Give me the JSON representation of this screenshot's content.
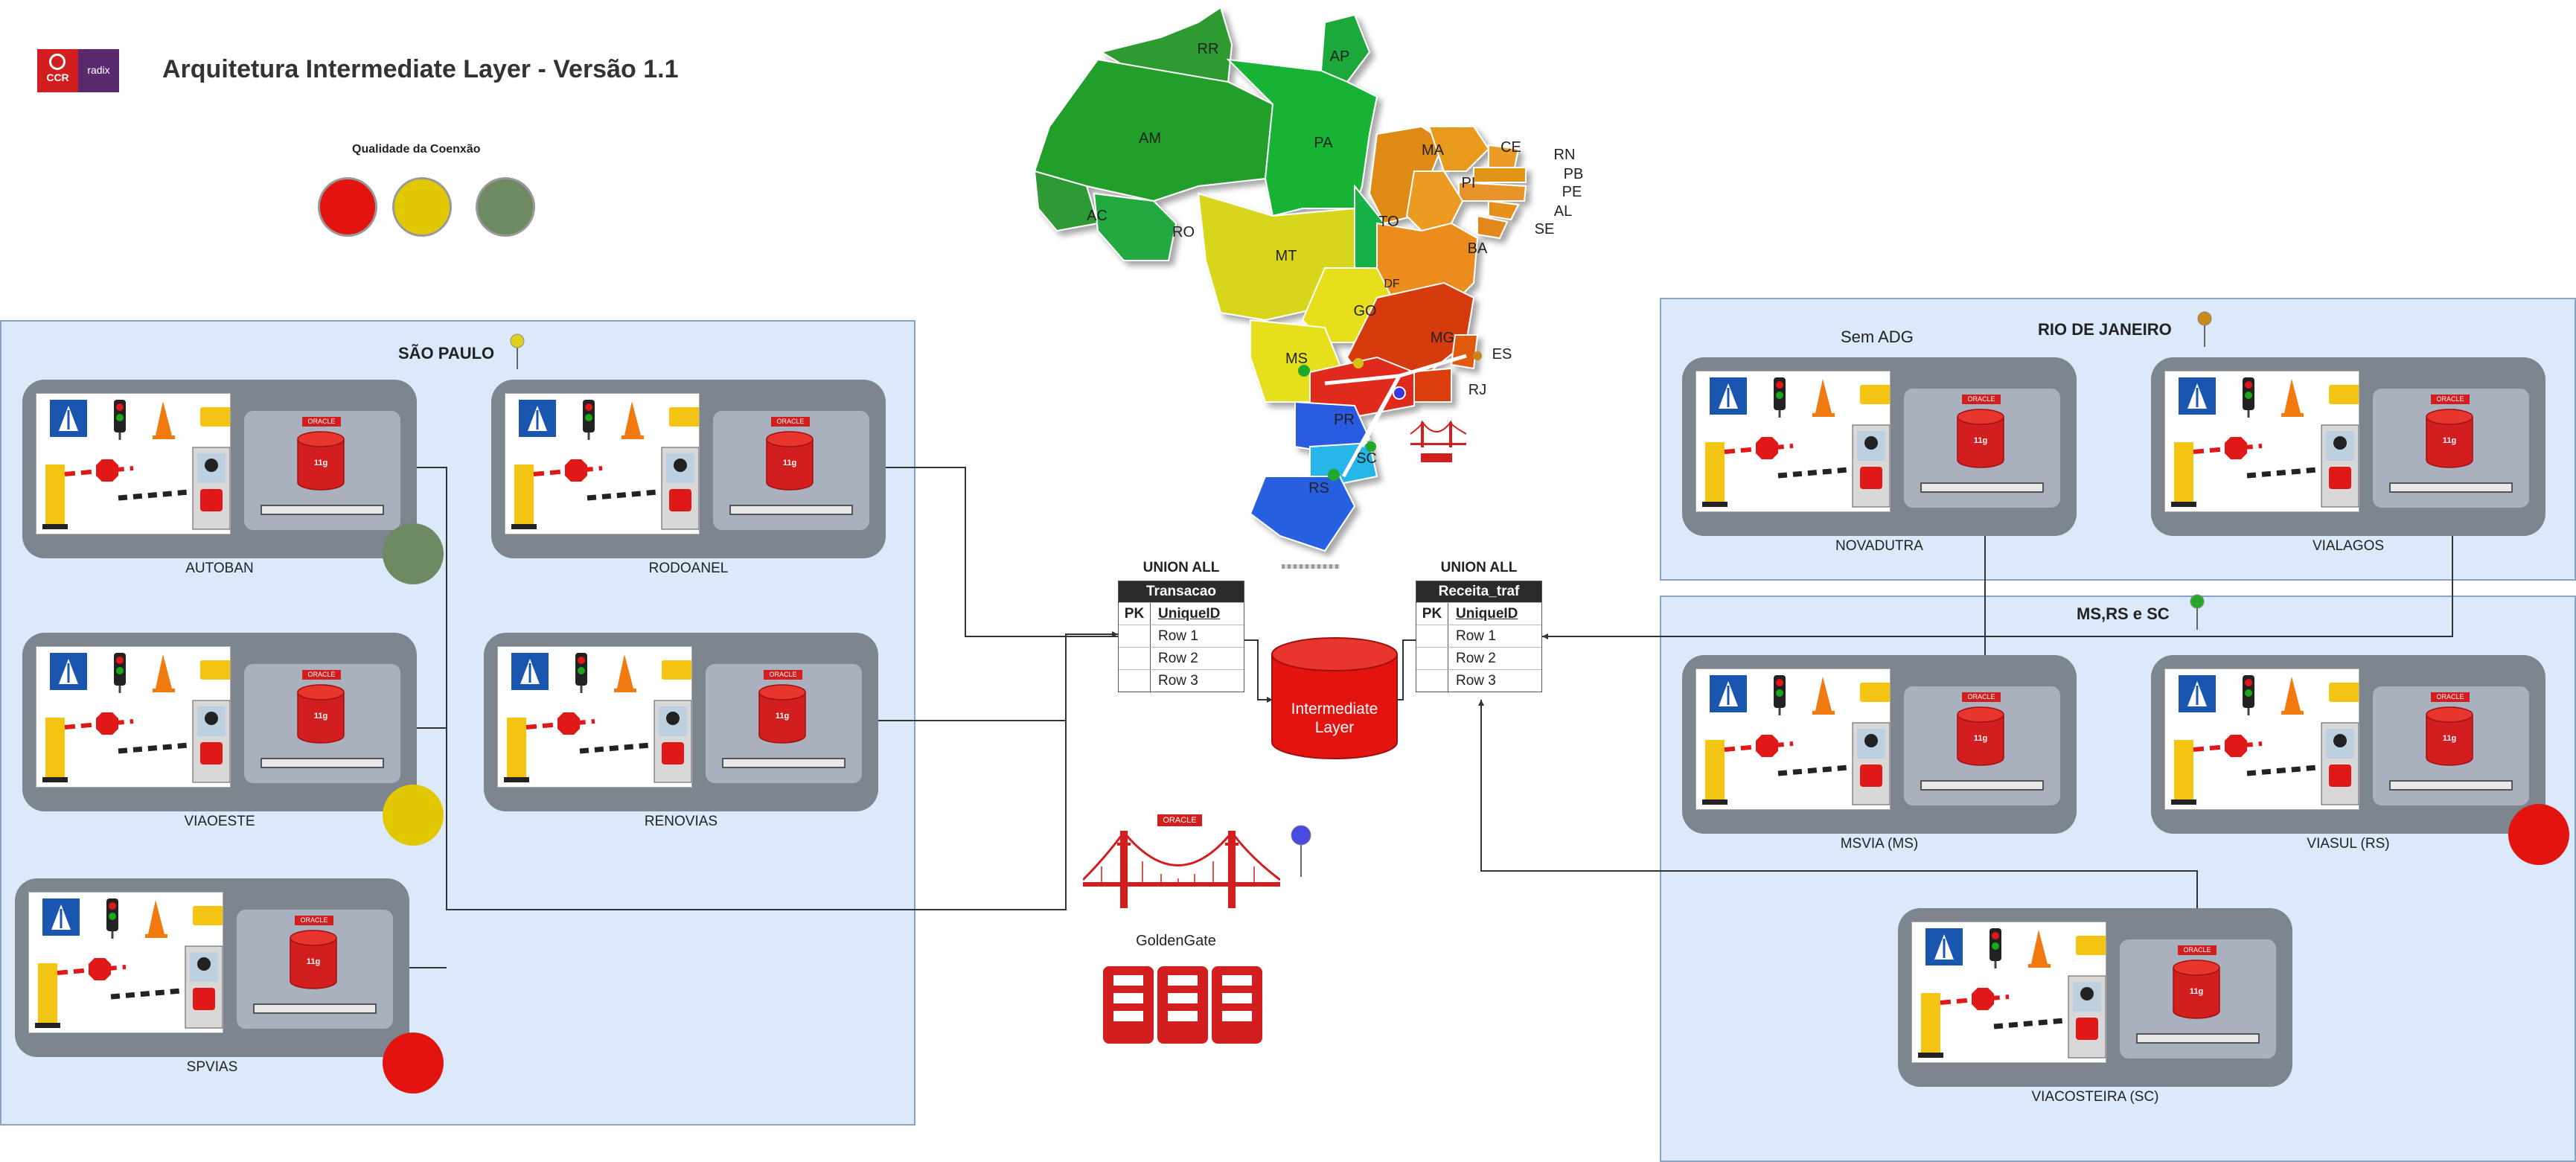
{
  "header": {
    "logo_ccr": "CCR",
    "logo_radix": "radix",
    "title": "Arquitetura Intermediate Layer - Versão 1.1"
  },
  "legend": {
    "title": "Qualidade da Coenxão",
    "colors": [
      "#e3140f",
      "#e2c800",
      "#6e8a63"
    ]
  },
  "map": {
    "states": [
      "RR",
      "AP",
      "AM",
      "PA",
      "MA",
      "CE",
      "RN",
      "PB",
      "PE",
      "AL",
      "SE",
      "PI",
      "AC",
      "RO",
      "TO",
      "MT",
      "BA",
      "DF",
      "GO",
      "MG",
      "ES",
      "MS",
      "RJ",
      "PR",
      "SC",
      "RS"
    ]
  },
  "regions": {
    "sp": {
      "title": "SÃO PAULO"
    },
    "rj": {
      "title": "RIO DE JANEIRO",
      "note": "Sem ADG"
    },
    "south": {
      "title": "MS,RS e SC"
    }
  },
  "sites": [
    {
      "label": "AUTOBAN"
    },
    {
      "label": "RODOANEL"
    },
    {
      "label": "VIAOESTE"
    },
    {
      "label": "RENOVIAS"
    },
    {
      "label": "SPVIAS"
    },
    {
      "label": "NOVADUTRA"
    },
    {
      "label": "VIALAGOS"
    },
    {
      "label": "MSVIA (MS)"
    },
    {
      "label": "VIASUL (RS)"
    },
    {
      "label": "VIACOSTEIRA (SC)"
    }
  ],
  "db": {
    "version": "11g",
    "vendor": "ORACLE"
  },
  "tables": [
    {
      "union": "UNION ALL",
      "name": "Transacao",
      "pk": "PK",
      "key": "UniqueID",
      "rows": [
        "Row 1",
        "Row 2",
        "Row 3"
      ]
    },
    {
      "union": "UNION ALL",
      "name": "Receita_traf",
      "pk": "PK",
      "key": "UniqueID",
      "rows": [
        "Row 1",
        "Row 2",
        "Row 3"
      ]
    }
  ],
  "intermediate": {
    "line1": "Intermediate",
    "line2": "Layer"
  },
  "goldengate": {
    "label": "GoldenGate",
    "vendor": "ORACLE"
  },
  "colors": {
    "red": "#e3140f",
    "yellow": "#e2c800",
    "green": "#6e8a63",
    "region_bg": "#dbe9fb",
    "site_bg": "#7d858f"
  }
}
